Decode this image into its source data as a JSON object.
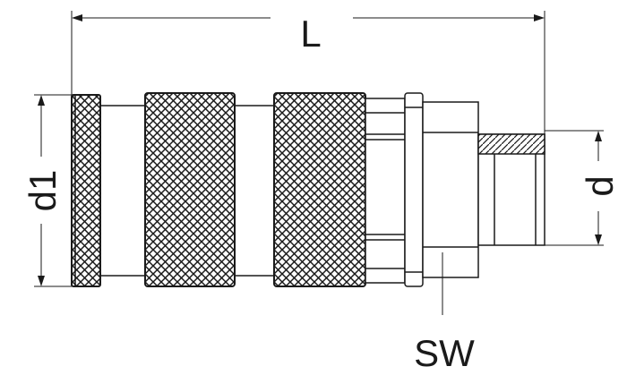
{
  "labels": {
    "length": "L",
    "outer_diameter": "d1",
    "thread_diameter": "d",
    "wrench_size": "SW"
  },
  "colors": {
    "line": "#1a1a1a",
    "background": "#ffffff"
  }
}
